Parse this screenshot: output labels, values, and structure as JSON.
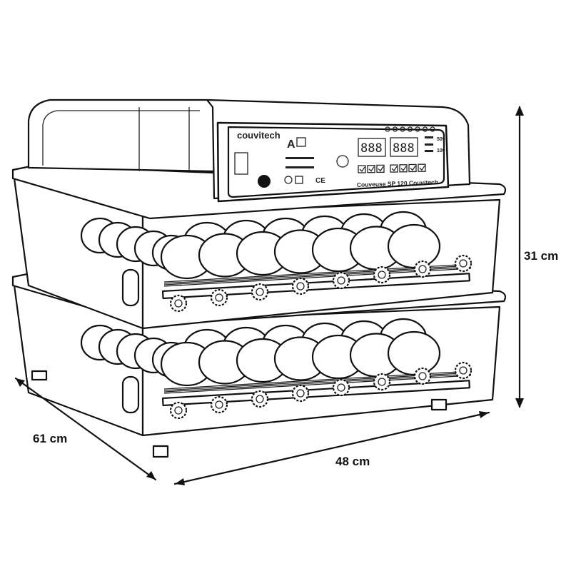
{
  "product": {
    "brand": "couvitech",
    "model_label": "Couveuse SP 120 Couvitech",
    "display_left": "888",
    "display_right": "888",
    "indicator_top": "509",
    "indicator_bottom": "109",
    "ce_mark": "CE"
  },
  "dimensions": {
    "height": "31 cm",
    "depth": "61 cm",
    "width": "48 cm"
  }
}
